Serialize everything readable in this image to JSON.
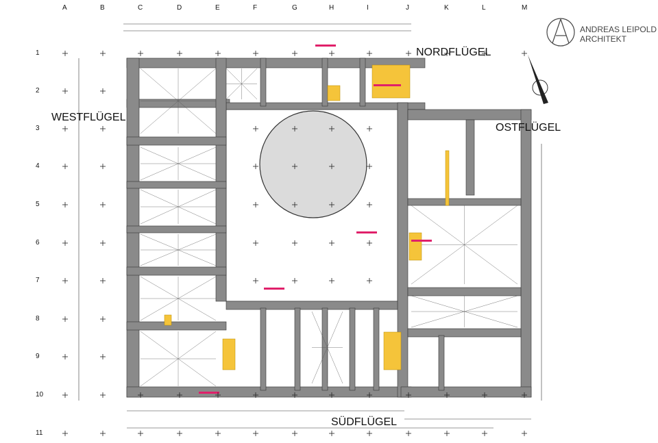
{
  "grid_columns": [
    "A",
    "B",
    "C",
    "D",
    "E",
    "F",
    "G",
    "H",
    "I",
    "J",
    "K",
    "L",
    "M"
  ],
  "grid_rows": [
    "1",
    "2",
    "3",
    "4",
    "5",
    "6",
    "7",
    "8",
    "9",
    "10",
    "11"
  ],
  "wings": {
    "north": "NORDFLÜGEL",
    "west": "WESTFLÜGEL",
    "east": "OSTFLÜGEL",
    "south": "SÜDFLÜGEL"
  },
  "architect": {
    "line1": "ANDREAS LEIPOLD",
    "line2": "ARCHITEKT",
    "logo_letters": "AL"
  },
  "colors": {
    "wall": "#8a8a8a",
    "highlight": "#f5c43a",
    "note": "#e0206a",
    "circle": "#777777"
  }
}
